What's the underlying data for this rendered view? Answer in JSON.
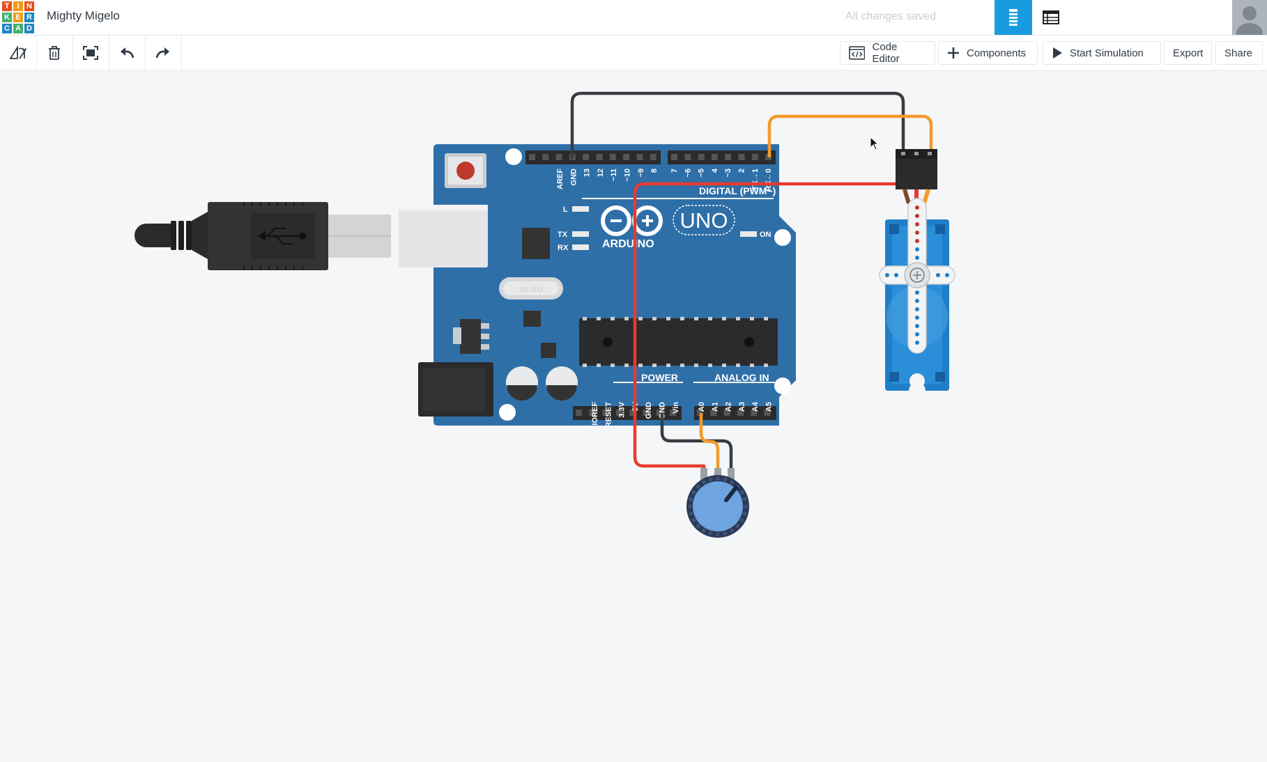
{
  "app": {
    "logo_letters": [
      "T",
      "I",
      "N",
      "K",
      "E",
      "R",
      "C",
      "A",
      "D"
    ],
    "logo_colors": [
      "#e84e1b",
      "#f39b16",
      "#e84e1b",
      "#41b06d",
      "#f39b16",
      "#1c86c6",
      "#1c86c6",
      "#41b06d",
      "#1c86c6"
    ],
    "project_title": "Mighty Migelo",
    "save_status": "All changes saved"
  },
  "toolbar": {
    "tools": [
      "rotate-icon",
      "trash-icon",
      "fit-view-icon",
      "undo-icon",
      "redo-icon"
    ],
    "code_editor_label": "Code Editor",
    "components_label": "Components",
    "start_simulation_label": "Start Simulation",
    "export_label": "Export",
    "share_label": "Share"
  },
  "board": {
    "digital_pins_left": [
      "AREF",
      "GND",
      "13",
      "12",
      "~11",
      "~10",
      "~9",
      "8"
    ],
    "digital_pins_right": [
      "7",
      "~6",
      "~5",
      "4",
      "~3",
      "2",
      "TX→1",
      "RX←0"
    ],
    "digital_label": "DIGITAL (PWM~)",
    "led_l": "L",
    "led_tx": "TX",
    "led_rx": "RX",
    "led_on": "ON",
    "brand": "ARDUINO",
    "model": "UNO",
    "crystal_label": "16.000",
    "power_label": "POWER",
    "analog_label": "ANALOG IN",
    "power_pins": [
      "IOREF",
      "RESET",
      "3.3V",
      "5V",
      "GND",
      "GND",
      "Vin"
    ],
    "analog_pins": [
      "A0",
      "A1",
      "A2",
      "A3",
      "A4",
      "A5"
    ]
  },
  "colors": {
    "accent": "#1a9be0",
    "board_blue": "#2e6fa8",
    "wire_red": "#e63b2e",
    "wire_orange": "#f39a2a",
    "wire_black": "#3a3d40"
  }
}
